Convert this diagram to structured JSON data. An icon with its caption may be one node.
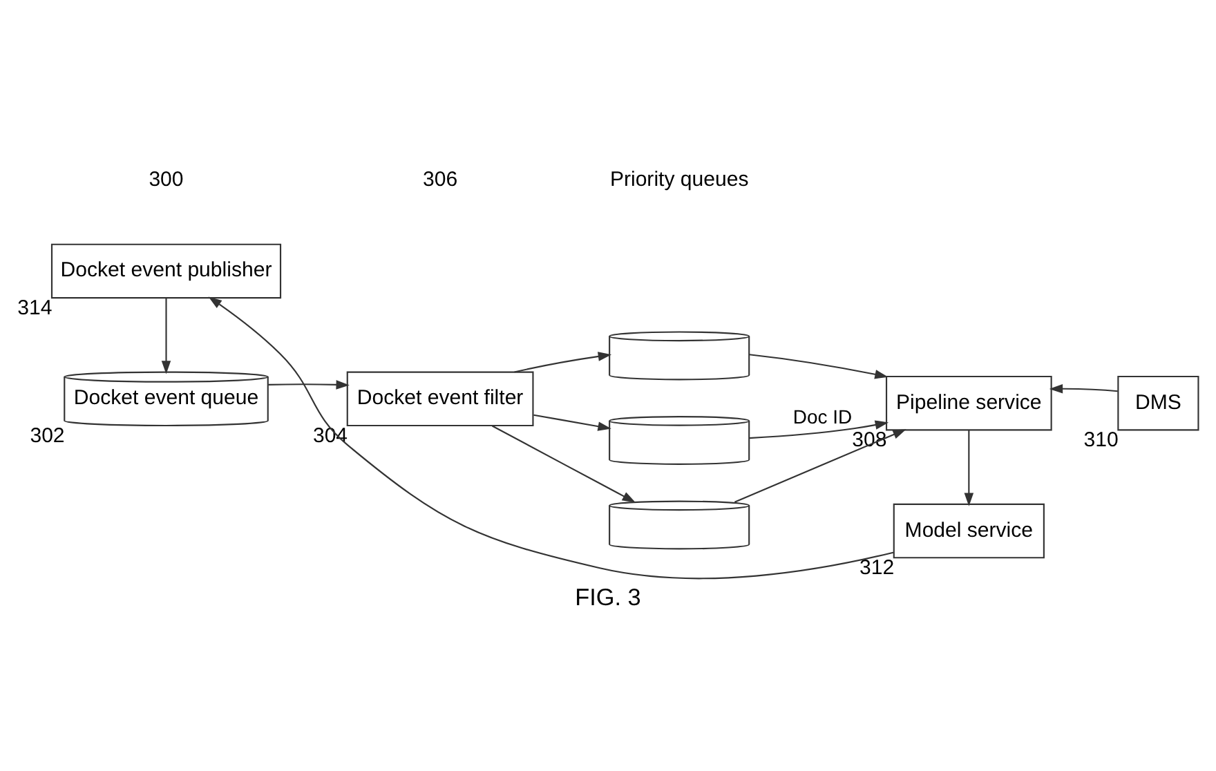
{
  "diagram": {
    "caption": "FIG. 3",
    "nodes": [
      {
        "text": [
          "Docket event queue"
        ],
        "beside": [
          "302"
        ]
      },
      {
        "text": [
          "Docket event filter"
        ],
        "beside": [
          "304"
        ]
      },
      {
        "text": [],
        "shape": "cylinder"
      },
      {
        "text": [],
        "shape": "cylinder"
      },
      {
        "text": [],
        "shape": "cylinder"
      },
      {
        "text": [
          "Pipeline service"
        ],
        "beside": [
          "308"
        ]
      },
      {
        "text": [
          "DMS"
        ],
        "beside": [
          "310"
        ]
      },
      {
        "text": [
          "Model service"
        ],
        "beside": [
          "312"
        ]
      },
      {
        "text": [
          "Docket event publisher"
        ],
        "beside": [
          "314"
        ]
      }
    ],
    "edges": [
      {
        "from": 0,
        "to": 1,
        "arrow": "to"
      },
      {
        "from": 1,
        "to": 2,
        "arrow": "to"
      },
      {
        "from": 1,
        "to": 3,
        "arrow": "to"
      },
      {
        "from": 1,
        "to": 4,
        "arrow": "to"
      },
      {
        "from": 2,
        "to": 5,
        "arrow": "to"
      },
      {
        "from": 3,
        "to": 5,
        "arrow": "to",
        "label": "Doc ID"
      },
      {
        "from": 4,
        "to": 5,
        "arrow": "to"
      },
      {
        "from": 6,
        "to": 5,
        "arrow": "to"
      },
      {
        "from": 5,
        "to": 7,
        "arrow": "to"
      },
      {
        "from": 7,
        "to": 8,
        "arrow": "to"
      },
      {
        "from": 8,
        "to": 0,
        "arrow": "to"
      }
    ],
    "labels": [
      "300",
      "306",
      "Priority queues"
    ]
  }
}
